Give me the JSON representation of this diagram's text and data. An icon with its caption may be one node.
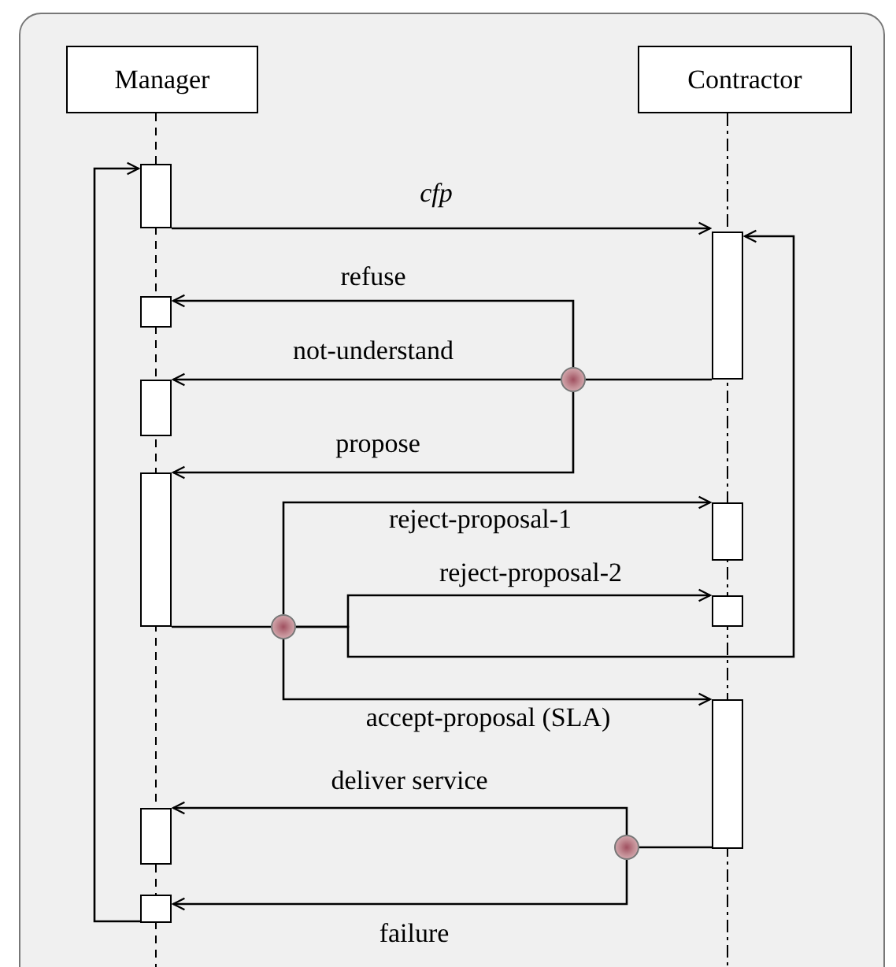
{
  "diagram": {
    "nodes": [
      {
        "text": [
          "Manager"
        ]
      },
      {
        "text": [
          "Contractor"
        ]
      },
      {
        "text": [],
        "shape": "bar"
      },
      {
        "text": [],
        "shape": "bar"
      },
      {
        "text": [],
        "shape": "bar"
      },
      {
        "text": [],
        "shape": "circle"
      },
      {
        "text": [],
        "shape": "bar"
      },
      {
        "text": [],
        "shape": "bar"
      },
      {
        "text": [],
        "shape": "bar"
      },
      {
        "text": [],
        "shape": "bar"
      },
      {
        "text": [],
        "shape": "circle"
      },
      {
        "text": [],
        "shape": "bar"
      },
      {
        "text": [],
        "shape": "bar"
      },
      {
        "text": [],
        "shape": "circle"
      },
      {
        "text": [],
        "shape": "bar"
      }
    ],
    "edges": [
      {
        "from": 2,
        "to": 3,
        "arrow": "to",
        "label": "cfp"
      },
      {
        "from": 3,
        "to": 5,
        "arrow": "none"
      },
      {
        "from": 5,
        "to": 4,
        "arrow": "to",
        "label": "refuse"
      },
      {
        "from": 5,
        "to": 6,
        "arrow": "to",
        "label": "not-understand"
      },
      {
        "from": 5,
        "to": 7,
        "arrow": "to",
        "label": "propose"
      },
      {
        "from": 7,
        "to": 10,
        "arrow": "none"
      },
      {
        "from": 10,
        "to": 8,
        "arrow": "to",
        "label": "reject-proposal-1"
      },
      {
        "from": 10,
        "to": 9,
        "arrow": "to",
        "label": "reject-proposal-2"
      },
      {
        "from": 10,
        "to": 11,
        "arrow": "to",
        "label": "accept-proposal (SLA)"
      },
      {
        "from": 10,
        "to": 3,
        "arrow": "to"
      },
      {
        "from": 11,
        "to": 13,
        "arrow": "none"
      },
      {
        "from": 13,
        "to": 12,
        "arrow": "to",
        "label": "deliver service"
      },
      {
        "from": 13,
        "to": 14,
        "arrow": "to",
        "label": "failure"
      },
      {
        "from": 14,
        "to": 2,
        "arrow": "to"
      }
    ]
  }
}
